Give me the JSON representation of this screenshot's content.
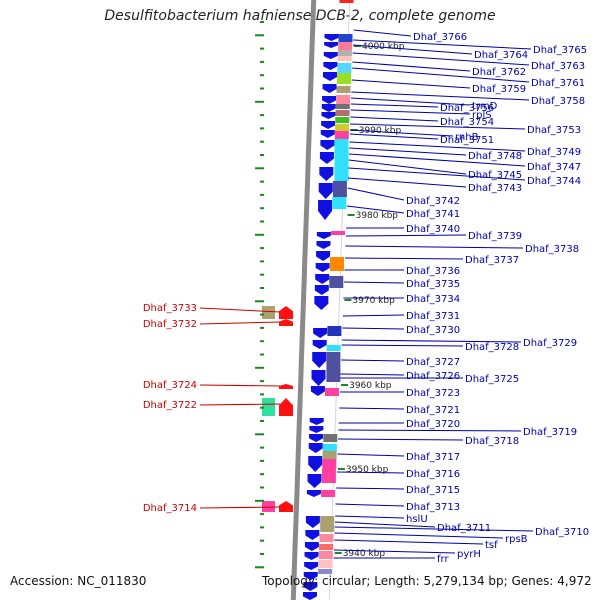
{
  "title": "Desulfitobacterium hafniense DCB-2, complete genome",
  "accession": "Accession: NC_011830",
  "topology": "Topology: circular; Length: 5,279,134 bp; Genes: 4,972",
  "colors": {
    "forward_gene": "#1010e0",
    "reverse_gene": "#ff1010",
    "backbone": "#8a8a8a",
    "tick": "#1a8a1a",
    "label_right": "#0000aa",
    "label_left": "#cc0000"
  },
  "scale_labels": [
    "4000 kbp",
    "3990 kbp",
    "3980 kbp",
    "3970 kbp",
    "3960 kbp",
    "3950 kbp",
    "3940 kbp"
  ],
  "right_labels": [
    "Dhaf_3766",
    "Dhaf_3765",
    "Dhaf_3764",
    "Dhaf_3763",
    "Dhaf_3762",
    "Dhaf_3761",
    "Dhaf_3759",
    "Dhaf_3758",
    "trmD",
    "Dhaf_3756",
    "rplS",
    "Dhaf_3754",
    "Dhaf_3753",
    "rnhB",
    "Dhaf_3751",
    "Dhaf_3749",
    "Dhaf_3748",
    "Dhaf_3747",
    "Dhaf_3745",
    "Dhaf_3744",
    "Dhaf_3743",
    "Dhaf_3742",
    "Dhaf_3741",
    "Dhaf_3740",
    "Dhaf_3739",
    "Dhaf_3738",
    "Dhaf_3737",
    "Dhaf_3736",
    "Dhaf_3735",
    "Dhaf_3734",
    "Dhaf_3731",
    "Dhaf_3730",
    "Dhaf_3729",
    "Dhaf_3728",
    "Dhaf_3727",
    "Dhaf_3726",
    "Dhaf_3725",
    "Dhaf_3723",
    "Dhaf_3721",
    "Dhaf_3720",
    "Dhaf_3719",
    "Dhaf_3718",
    "Dhaf_3717",
    "Dhaf_3716",
    "Dhaf_3715",
    "Dhaf_3713",
    "hslU",
    "Dhaf_3711",
    "Dhaf_3710",
    "rpsB",
    "tsf",
    "pyrH",
    "frr"
  ],
  "left_labels": [
    "Dhaf_3733",
    "Dhaf_3732",
    "Dhaf_3724",
    "Dhaf_3722",
    "Dhaf_3714"
  ]
}
